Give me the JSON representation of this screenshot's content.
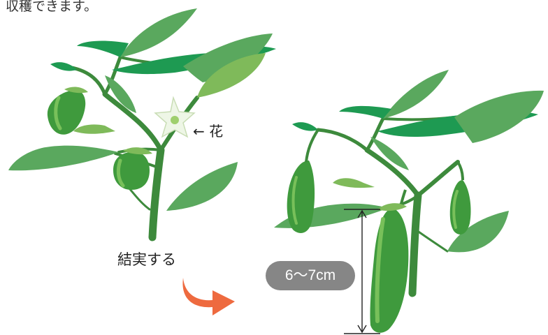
{
  "heading": "収穫できます。",
  "flower_label": "← 花",
  "fruit_label": "結実する",
  "size_label": "6〜7cm",
  "colors": {
    "leaf_dark": "#1e9a52",
    "leaf_mid": "#5aa85e",
    "leaf_light": "#7fba5a",
    "stem": "#3d8a3c",
    "fruit": "#3f9a3d",
    "fruit_highlight": "#78c05a",
    "flower": "#eef6e6",
    "arrow": "#ee6a3f",
    "badge": "#868686"
  }
}
